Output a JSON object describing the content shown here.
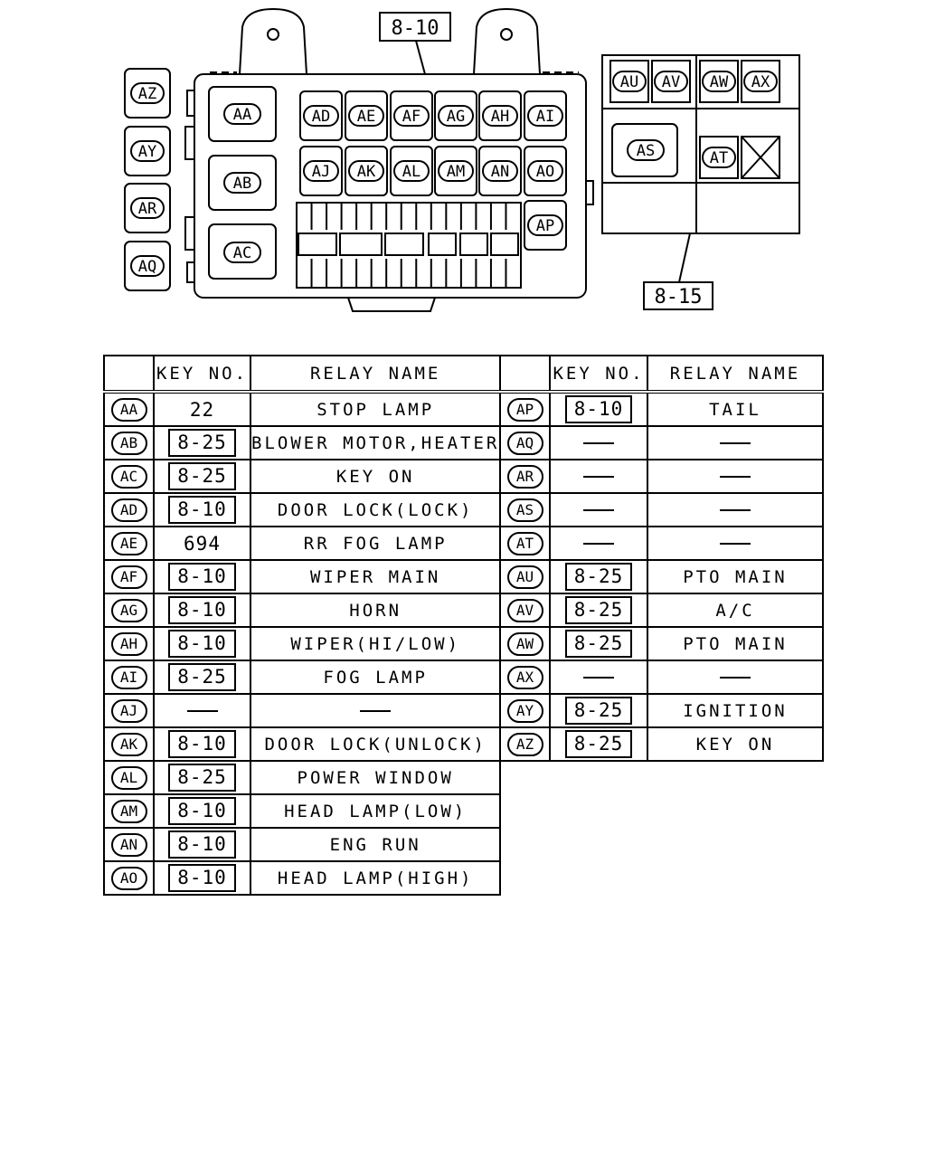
{
  "diagram": {
    "callout_top": "8-10",
    "callout_side": "8-15",
    "external_left": [
      "AZ",
      "AY",
      "AR",
      "AQ"
    ],
    "large_relays": [
      "AA",
      "AB",
      "AC"
    ],
    "upper_row": [
      "AD",
      "AE",
      "AF",
      "AG",
      "AH",
      "AI"
    ],
    "lower_row": [
      "AJ",
      "AK",
      "AL",
      "AM",
      "AN",
      "AO"
    ],
    "side_relay": "AP",
    "sub_box_top": [
      "AU",
      "AV",
      "AW",
      "AX"
    ],
    "sub_box_mid": [
      "AS",
      "AT"
    ]
  },
  "table": {
    "headers": {
      "key_no": "KEY NO.",
      "relay_name": "RELAY NAME"
    },
    "left_rows": [
      {
        "id": "AA",
        "key": "22",
        "key_style": "plain",
        "name": "STOP LAMP"
      },
      {
        "id": "AB",
        "key": "8-25",
        "key_style": "boxed",
        "name": "BLOWER MOTOR,HEATER"
      },
      {
        "id": "AC",
        "key": "8-25",
        "key_style": "boxed",
        "name": "KEY ON"
      },
      {
        "id": "AD",
        "key": "8-10",
        "key_style": "boxed",
        "name": "DOOR LOCK(LOCK)"
      },
      {
        "id": "AE",
        "key": "694",
        "key_style": "plain",
        "name": "RR FOG LAMP"
      },
      {
        "id": "AF",
        "key": "8-10",
        "key_style": "boxed",
        "name": "WIPER MAIN"
      },
      {
        "id": "AG",
        "key": "8-10",
        "key_style": "boxed",
        "name": "HORN"
      },
      {
        "id": "AH",
        "key": "8-10",
        "key_style": "boxed",
        "name": "WIPER(HI/LOW)"
      },
      {
        "id": "AI",
        "key": "8-25",
        "key_style": "boxed",
        "name": "FOG LAMP"
      },
      {
        "id": "AJ",
        "key": "",
        "key_style": "dash",
        "name": ""
      },
      {
        "id": "AK",
        "key": "8-10",
        "key_style": "boxed",
        "name": "DOOR LOCK(UNLOCK)"
      },
      {
        "id": "AL",
        "key": "8-25",
        "key_style": "boxed",
        "name": "POWER WINDOW"
      },
      {
        "id": "AM",
        "key": "8-10",
        "key_style": "boxed",
        "name": "HEAD LAMP(LOW)"
      },
      {
        "id": "AN",
        "key": "8-10",
        "key_style": "boxed",
        "name": "ENG RUN"
      },
      {
        "id": "AO",
        "key": "8-10",
        "key_style": "boxed",
        "name": "HEAD LAMP(HIGH)"
      }
    ],
    "right_rows": [
      {
        "id": "AP",
        "key": "8-10",
        "key_style": "boxed",
        "name": "TAIL"
      },
      {
        "id": "AQ",
        "key": "",
        "key_style": "dash",
        "name": ""
      },
      {
        "id": "AR",
        "key": "",
        "key_style": "dash",
        "name": ""
      },
      {
        "id": "AS",
        "key": "",
        "key_style": "dash",
        "name": ""
      },
      {
        "id": "AT",
        "key": "",
        "key_style": "dash",
        "name": ""
      },
      {
        "id": "AU",
        "key": "8-25",
        "key_style": "boxed",
        "name": "PTO MAIN"
      },
      {
        "id": "AV",
        "key": "8-25",
        "key_style": "boxed",
        "name": "A/C"
      },
      {
        "id": "AW",
        "key": "8-25",
        "key_style": "boxed",
        "name": "PTO MAIN"
      },
      {
        "id": "AX",
        "key": "",
        "key_style": "dash",
        "name": ""
      },
      {
        "id": "AY",
        "key": "8-25",
        "key_style": "boxed",
        "name": "IGNITION"
      },
      {
        "id": "AZ",
        "key": "8-25",
        "key_style": "boxed",
        "name": "KEY ON"
      }
    ]
  }
}
